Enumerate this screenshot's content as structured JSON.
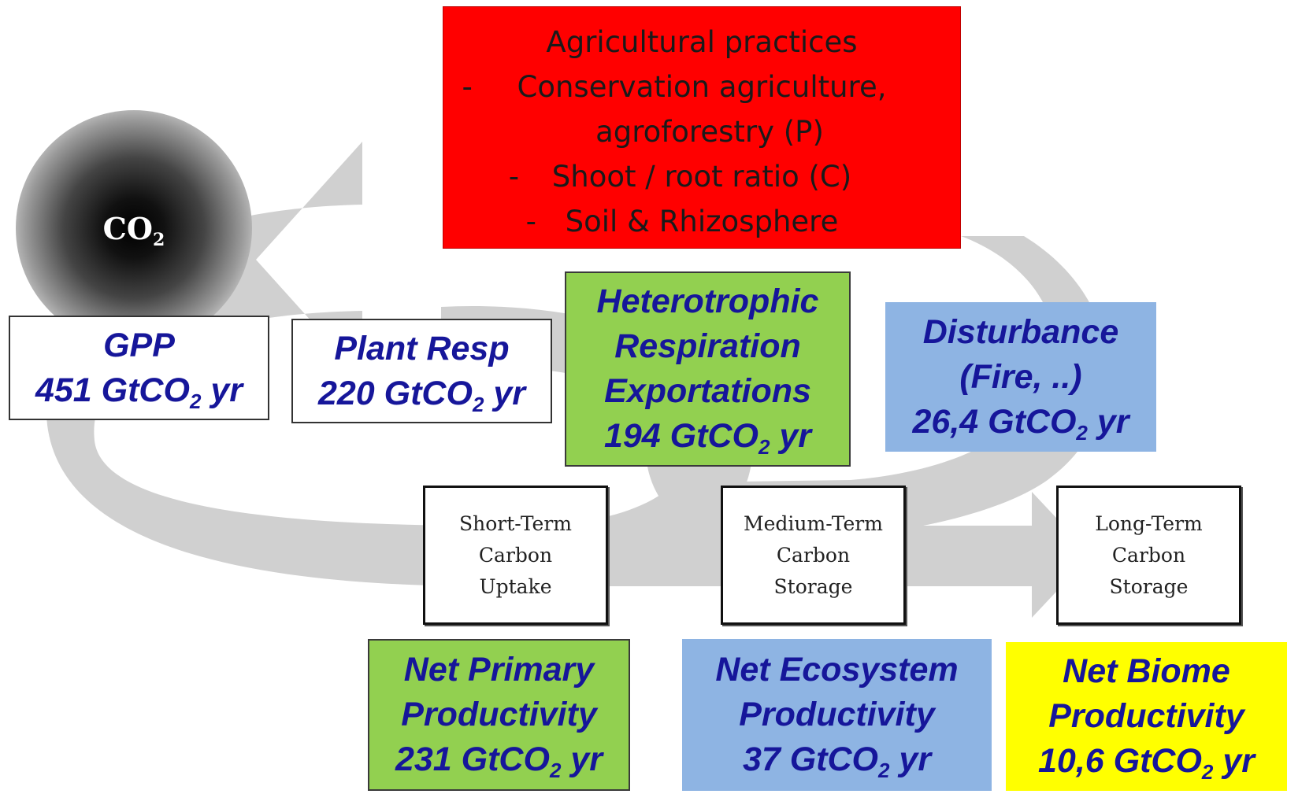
{
  "co2_label": "CO",
  "co2_sub": "2",
  "practices": {
    "title": "Agricultural practices",
    "items": [
      {
        "dash": "-",
        "text": "Conservation agriculture,"
      },
      {
        "dash": "",
        "text": "agroforestry (P)"
      },
      {
        "dash": "-",
        "text": "Shoot / root ratio (C)"
      },
      {
        "dash": "-",
        "text": "Soil & Rhizosphere"
      }
    ]
  },
  "gpp": {
    "line1": "GPP",
    "value": "451 GtCO",
    "sub": "2",
    "unit": " yr"
  },
  "plant_resp": {
    "line1": "Plant Resp",
    "value": "220 GtCO",
    "sub": "2",
    "unit": " yr"
  },
  "heterotrophic": {
    "line1": "Heterotrophic",
    "line2": "Respiration",
    "line3": "Exportations",
    "value": "194 GtCO",
    "sub": "2",
    "unit": " yr"
  },
  "disturbance": {
    "line1": "Disturbance",
    "line2": "(Fire, ..)",
    "value": "26,4 GtCO",
    "sub": "2",
    "unit": " yr"
  },
  "stages": [
    {
      "line1": "Short-Term",
      "line2": "Carbon",
      "line3": "Uptake"
    },
    {
      "line1": "Medium-Term",
      "line2": "Carbon",
      "line3": "Storage"
    },
    {
      "line1": "Long-Term",
      "line2": "Carbon",
      "line3": "Storage"
    }
  ],
  "npp": {
    "line1": "Net Primary",
    "line2": "Productivity",
    "value": "231 GtCO",
    "sub": "2",
    "unit": " yr"
  },
  "nep": {
    "line1": "Net Ecosystem",
    "line2": "Productivity",
    "value": "37 GtCO",
    "sub": "2",
    "unit": " yr"
  },
  "nbp": {
    "line1": "Net Biome",
    "line2": "Productivity",
    "value": "10,6 GtCO",
    "sub": "2",
    "unit": " yr"
  },
  "colors": {
    "red": "#ff0000",
    "green": "#92d050",
    "blue": "#8eb4e3",
    "yellow": "#ffff00",
    "text_blue": "#16169a",
    "arrow_gray": "#cfcfcf"
  }
}
